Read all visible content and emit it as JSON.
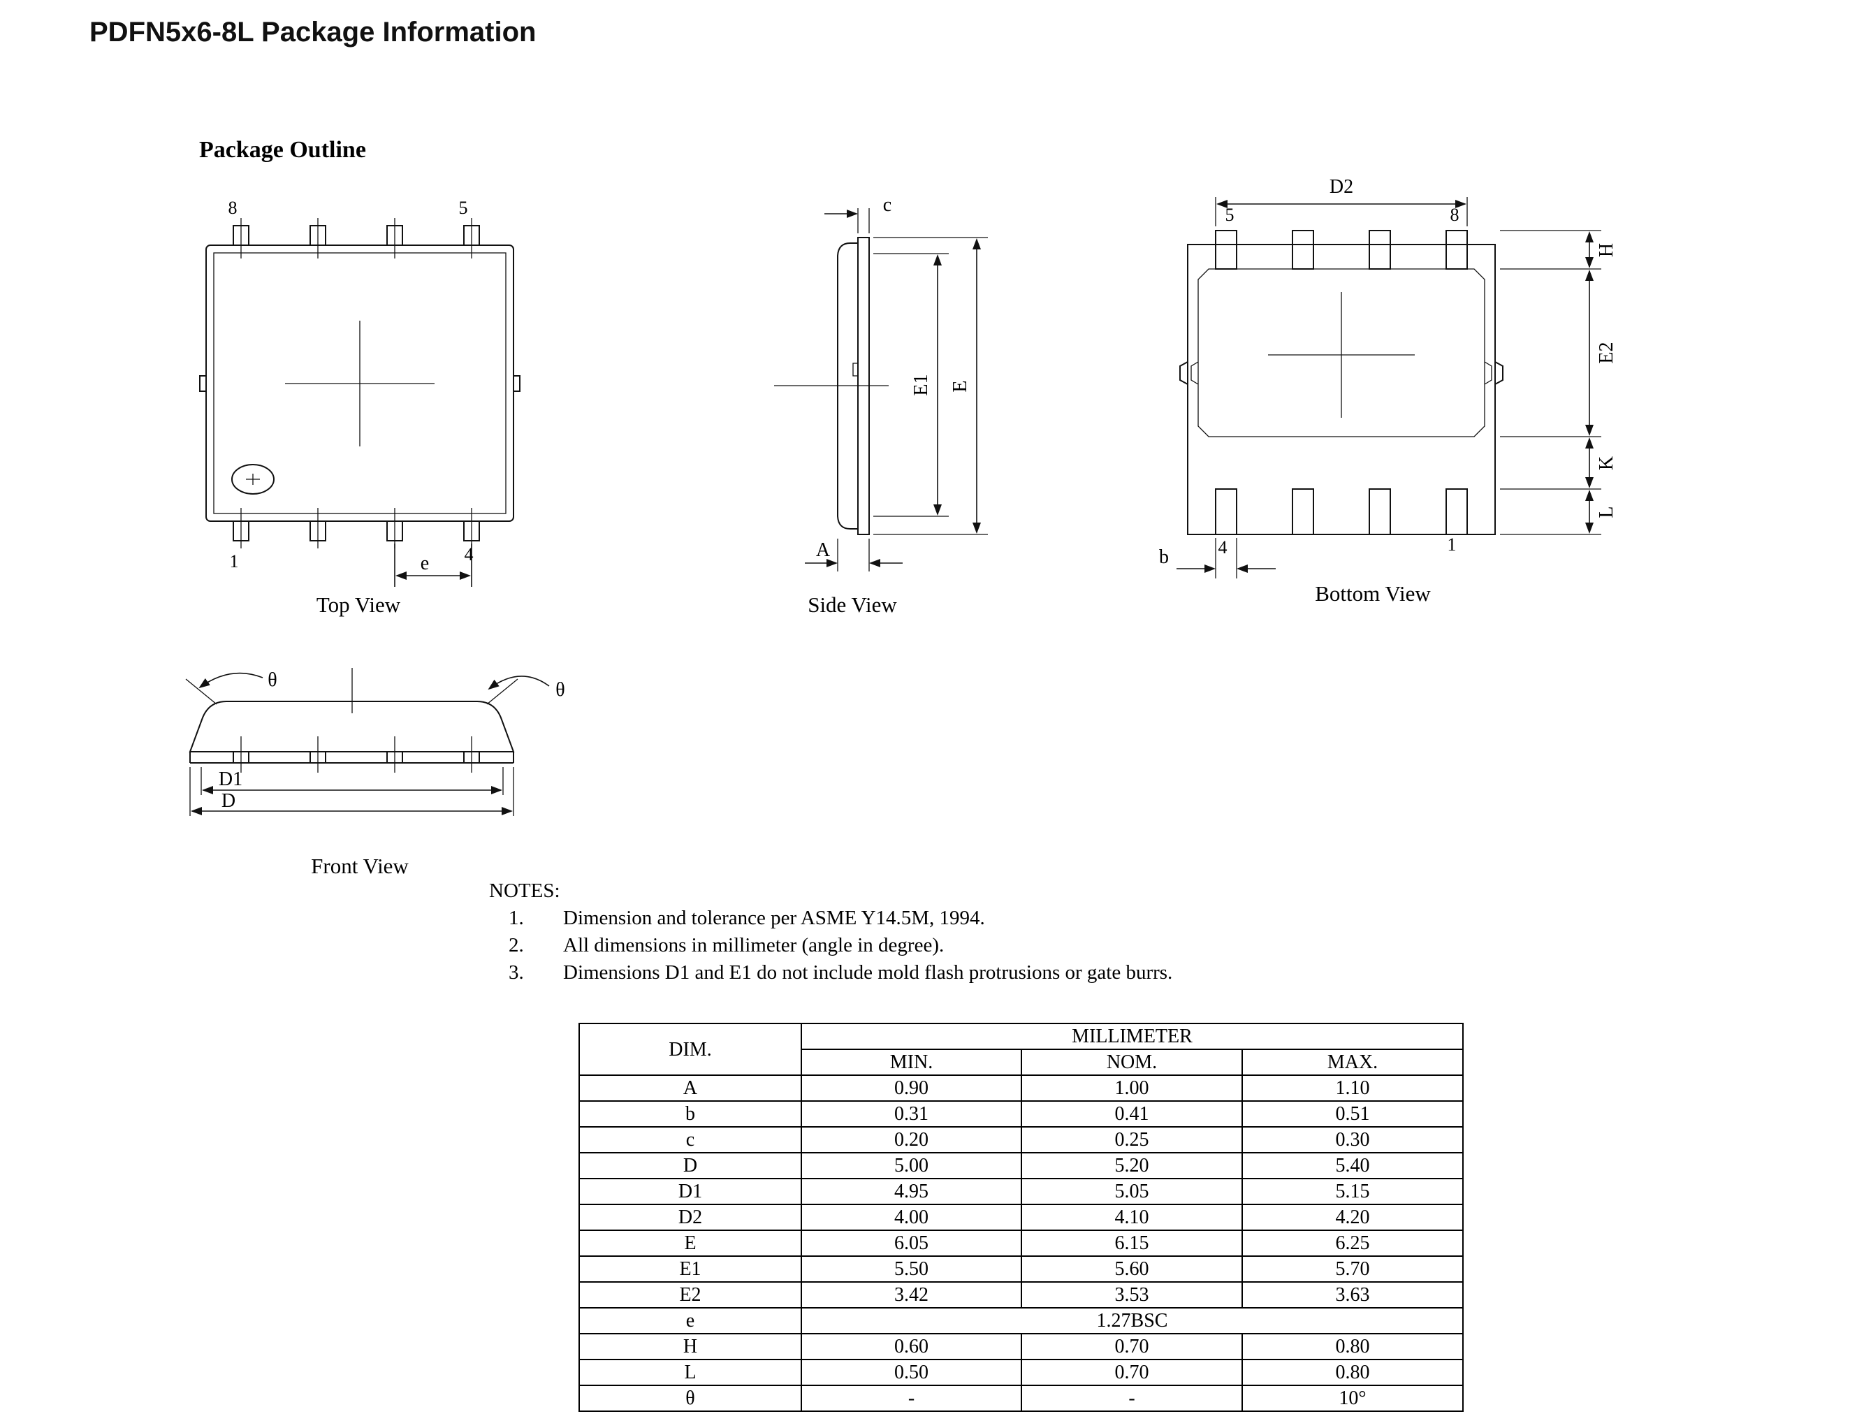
{
  "page": {
    "title": "PDFN5x6-8L Package Information"
  },
  "outline": {
    "heading": "Package Outline"
  },
  "views": {
    "top": {
      "caption": "Top View",
      "pin_top_left": "8",
      "pin_top_right": "5",
      "pin_bottom_left": "1",
      "pin_bottom_right": "4",
      "dim_e": "e"
    },
    "side": {
      "caption": "Side View",
      "dim_c": "c",
      "dim_e1": "E1",
      "dim_e": "E",
      "dim_a": "A"
    },
    "bottom": {
      "caption": "Bottom View",
      "dim_d2": "D2",
      "pin_top_left": "5",
      "pin_top_right": "8",
      "pin_bottom_left": "4",
      "pin_bottom_right": "1",
      "dim_b": "b",
      "dim_h": "H",
      "dim_e2": "E2",
      "dim_k": "K",
      "dim_l": "L"
    },
    "front": {
      "caption": "Front View",
      "theta_left": "θ",
      "theta_right": "θ",
      "dim_d1": "D1",
      "dim_d": "D"
    }
  },
  "notes": {
    "heading": "NOTES:",
    "items": [
      {
        "num": "1.",
        "text": "Dimension and tolerance per ASME Y14.5M, 1994."
      },
      {
        "num": "2.",
        "text": "All dimensions in millimeter (angle in degree)."
      },
      {
        "num": "3.",
        "text": "Dimensions D1 and E1 do not include mold flash protrusions or gate burrs."
      }
    ]
  },
  "table": {
    "dim_header": "DIM.",
    "unit_header": "MILLIMETER",
    "col_headers": [
      "MIN.",
      "NOM.",
      "MAX."
    ],
    "rows": [
      {
        "dim": "A",
        "min": "0.90",
        "nom": "1.00",
        "max": "1.10"
      },
      {
        "dim": "b",
        "min": "0.31",
        "nom": "0.41",
        "max": "0.51"
      },
      {
        "dim": "c",
        "min": "0.20",
        "nom": "0.25",
        "max": "0.30"
      },
      {
        "dim": "D",
        "min": "5.00",
        "nom": "5.20",
        "max": "5.40"
      },
      {
        "dim": "D1",
        "min": "4.95",
        "nom": "5.05",
        "max": "5.15"
      },
      {
        "dim": "D2",
        "min": "4.00",
        "nom": "4.10",
        "max": "4.20"
      },
      {
        "dim": "E",
        "min": "6.05",
        "nom": "6.15",
        "max": "6.25"
      },
      {
        "dim": "E1",
        "min": "5.50",
        "nom": "5.60",
        "max": "5.70"
      },
      {
        "dim": "E2",
        "min": "3.42",
        "nom": "3.53",
        "max": "3.63"
      },
      {
        "dim": "e",
        "span": "1.27BSC"
      },
      {
        "dim": "H",
        "min": "0.60",
        "nom": "0.70",
        "max": "0.80"
      },
      {
        "dim": "L",
        "min": "0.50",
        "nom": "0.70",
        "max": "0.80"
      },
      {
        "dim": "θ",
        "min": "-",
        "nom": "-",
        "max": "10°"
      }
    ]
  }
}
